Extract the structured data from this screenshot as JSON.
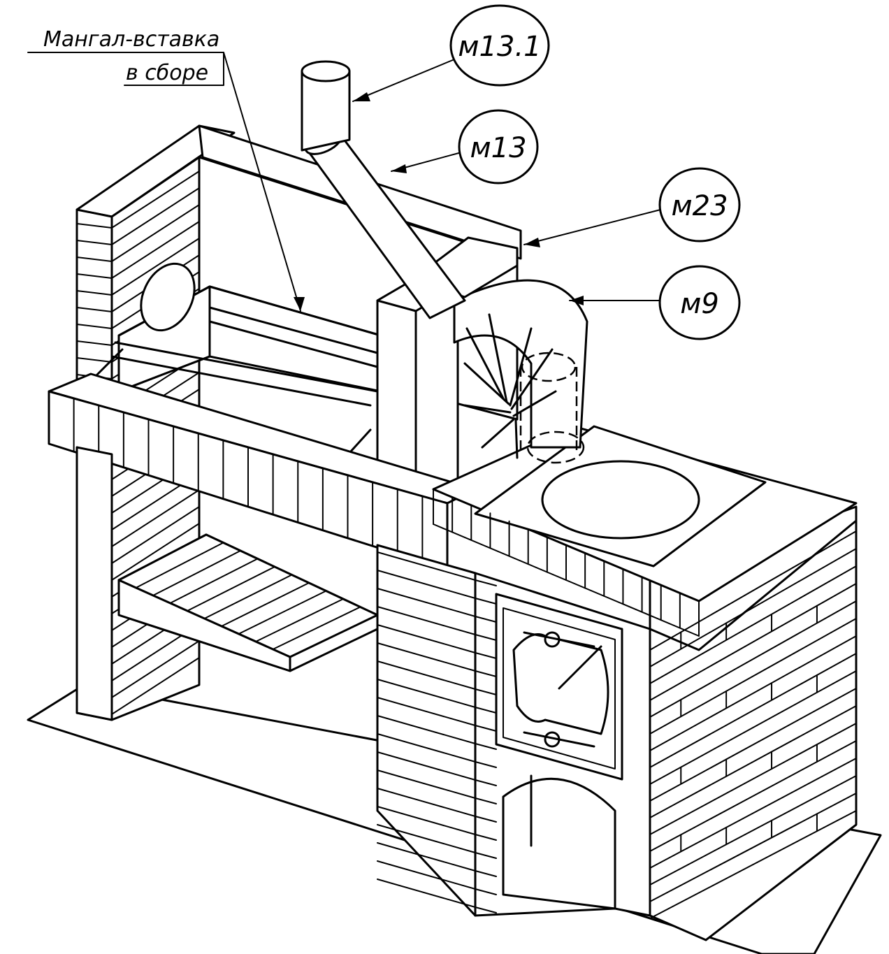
{
  "drawing": {
    "labels": {
      "insert_line1": "Мангал-вставка",
      "insert_line2": "в сборе",
      "callout_1": "м13.1",
      "callout_2": "м13",
      "callout_3": "м23",
      "callout_4": "м9"
    },
    "line_color": "#000000",
    "background": "#ffffff"
  }
}
